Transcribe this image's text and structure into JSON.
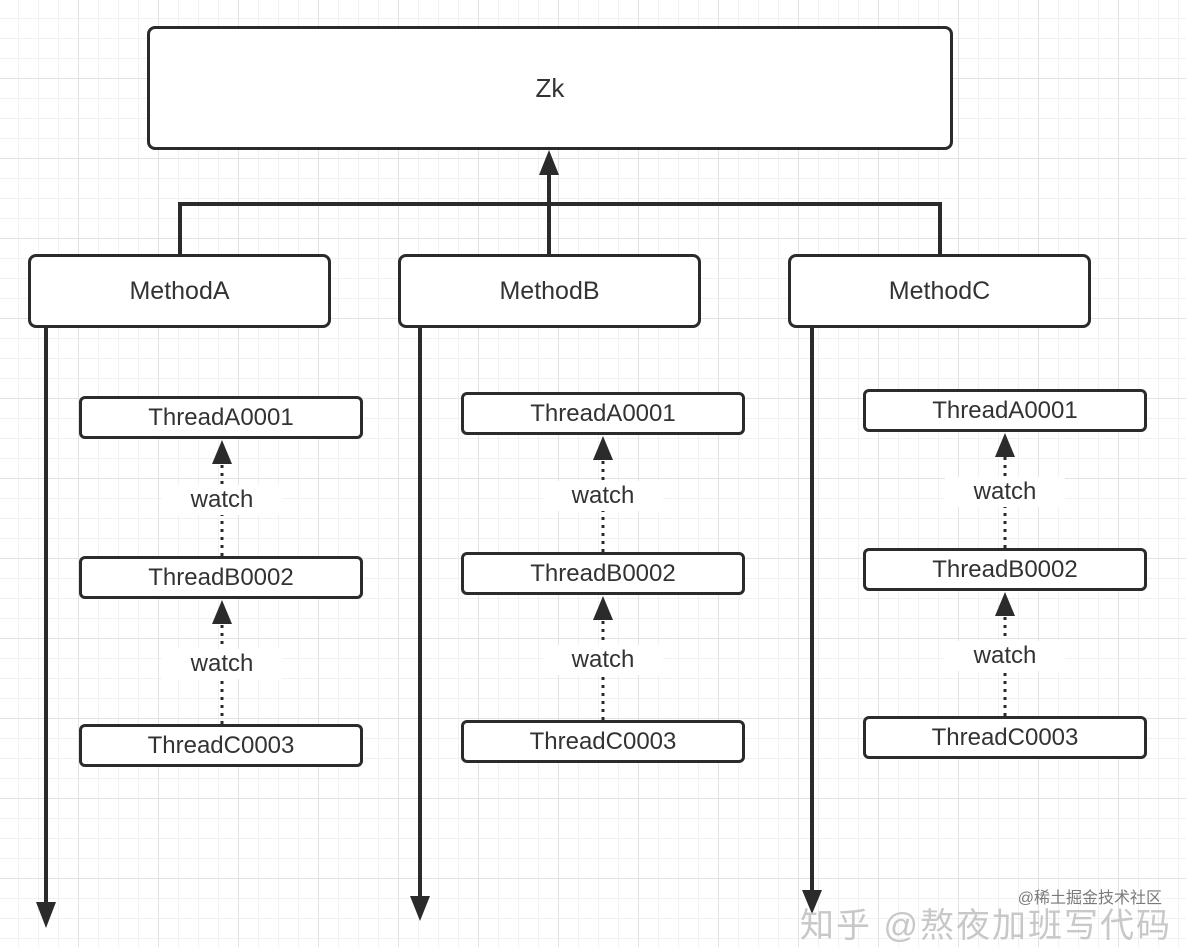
{
  "diagram": {
    "root": {
      "label": "Zk"
    },
    "methods": [
      {
        "label": "MethodA",
        "threads": [
          "ThreadA0001",
          "ThreadB0002",
          "ThreadC0003"
        ],
        "edges": [
          "watch",
          "watch"
        ]
      },
      {
        "label": "MethodB",
        "threads": [
          "ThreadA0001",
          "ThreadB0002",
          "ThreadC0003"
        ],
        "edges": [
          "watch",
          "watch"
        ]
      },
      {
        "label": "MethodC",
        "threads": [
          "ThreadA0001",
          "ThreadB0002",
          "ThreadC0003"
        ],
        "edges": [
          "watch",
          "watch"
        ]
      }
    ]
  },
  "watermarks": {
    "juejin": "@稀土掘金技术社区",
    "zhihu": "知乎 @熬夜加班写代码"
  },
  "colors": {
    "stroke": "#2b2b2b",
    "text": "#333333",
    "grid": "#e2e2e2"
  }
}
